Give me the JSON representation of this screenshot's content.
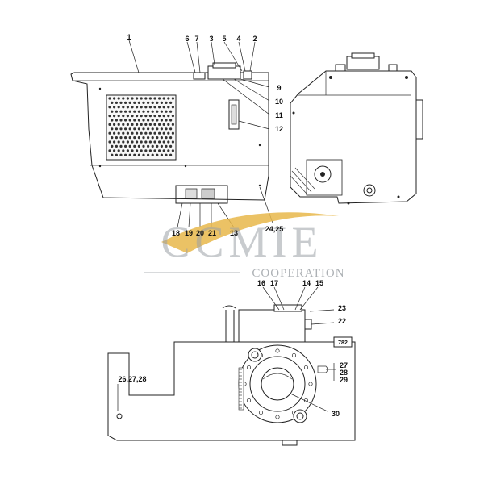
{
  "top_left_view": {
    "callouts": [
      "1",
      "6",
      "7",
      "3",
      "5",
      "4",
      "2",
      "9",
      "10",
      "11",
      "12",
      "18",
      "19",
      "20",
      "21",
      "13",
      "24,25"
    ]
  },
  "bottom_view": {
    "callouts": [
      "16",
      "17",
      "14",
      "15",
      "23",
      "22",
      "26,27,28",
      "27",
      "28",
      "29",
      "30"
    ],
    "ref_box": "782"
  },
  "watermark": {
    "brand": "CCMIE",
    "subtitle": "COOPERATION",
    "swoosh_color": "#e8b74a"
  }
}
